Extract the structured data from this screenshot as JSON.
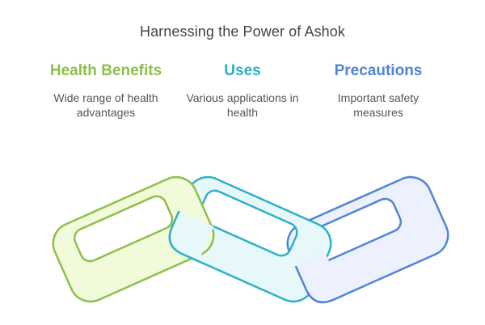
{
  "title": "Harnessing the Power of Ashok",
  "colors": {
    "green": "#8dc049",
    "teal": "#2eb0c8",
    "blue": "#4f84d9",
    "green_fill": "#f2fbd9",
    "teal_fill": "#e7f8fb",
    "blue_fill": "#ecf1fd"
  },
  "columns": [
    {
      "heading": "Health Benefits",
      "description": "Wide range of health advantages",
      "color": "#8dc049"
    },
    {
      "heading": "Uses",
      "description": "Various applications in health",
      "color": "#2eb0c8"
    },
    {
      "heading": "Precautions",
      "description": "Important safety measures",
      "color": "#4f84d9"
    }
  ],
  "chain": {
    "icon": "chain-links-icon",
    "links": 3
  }
}
